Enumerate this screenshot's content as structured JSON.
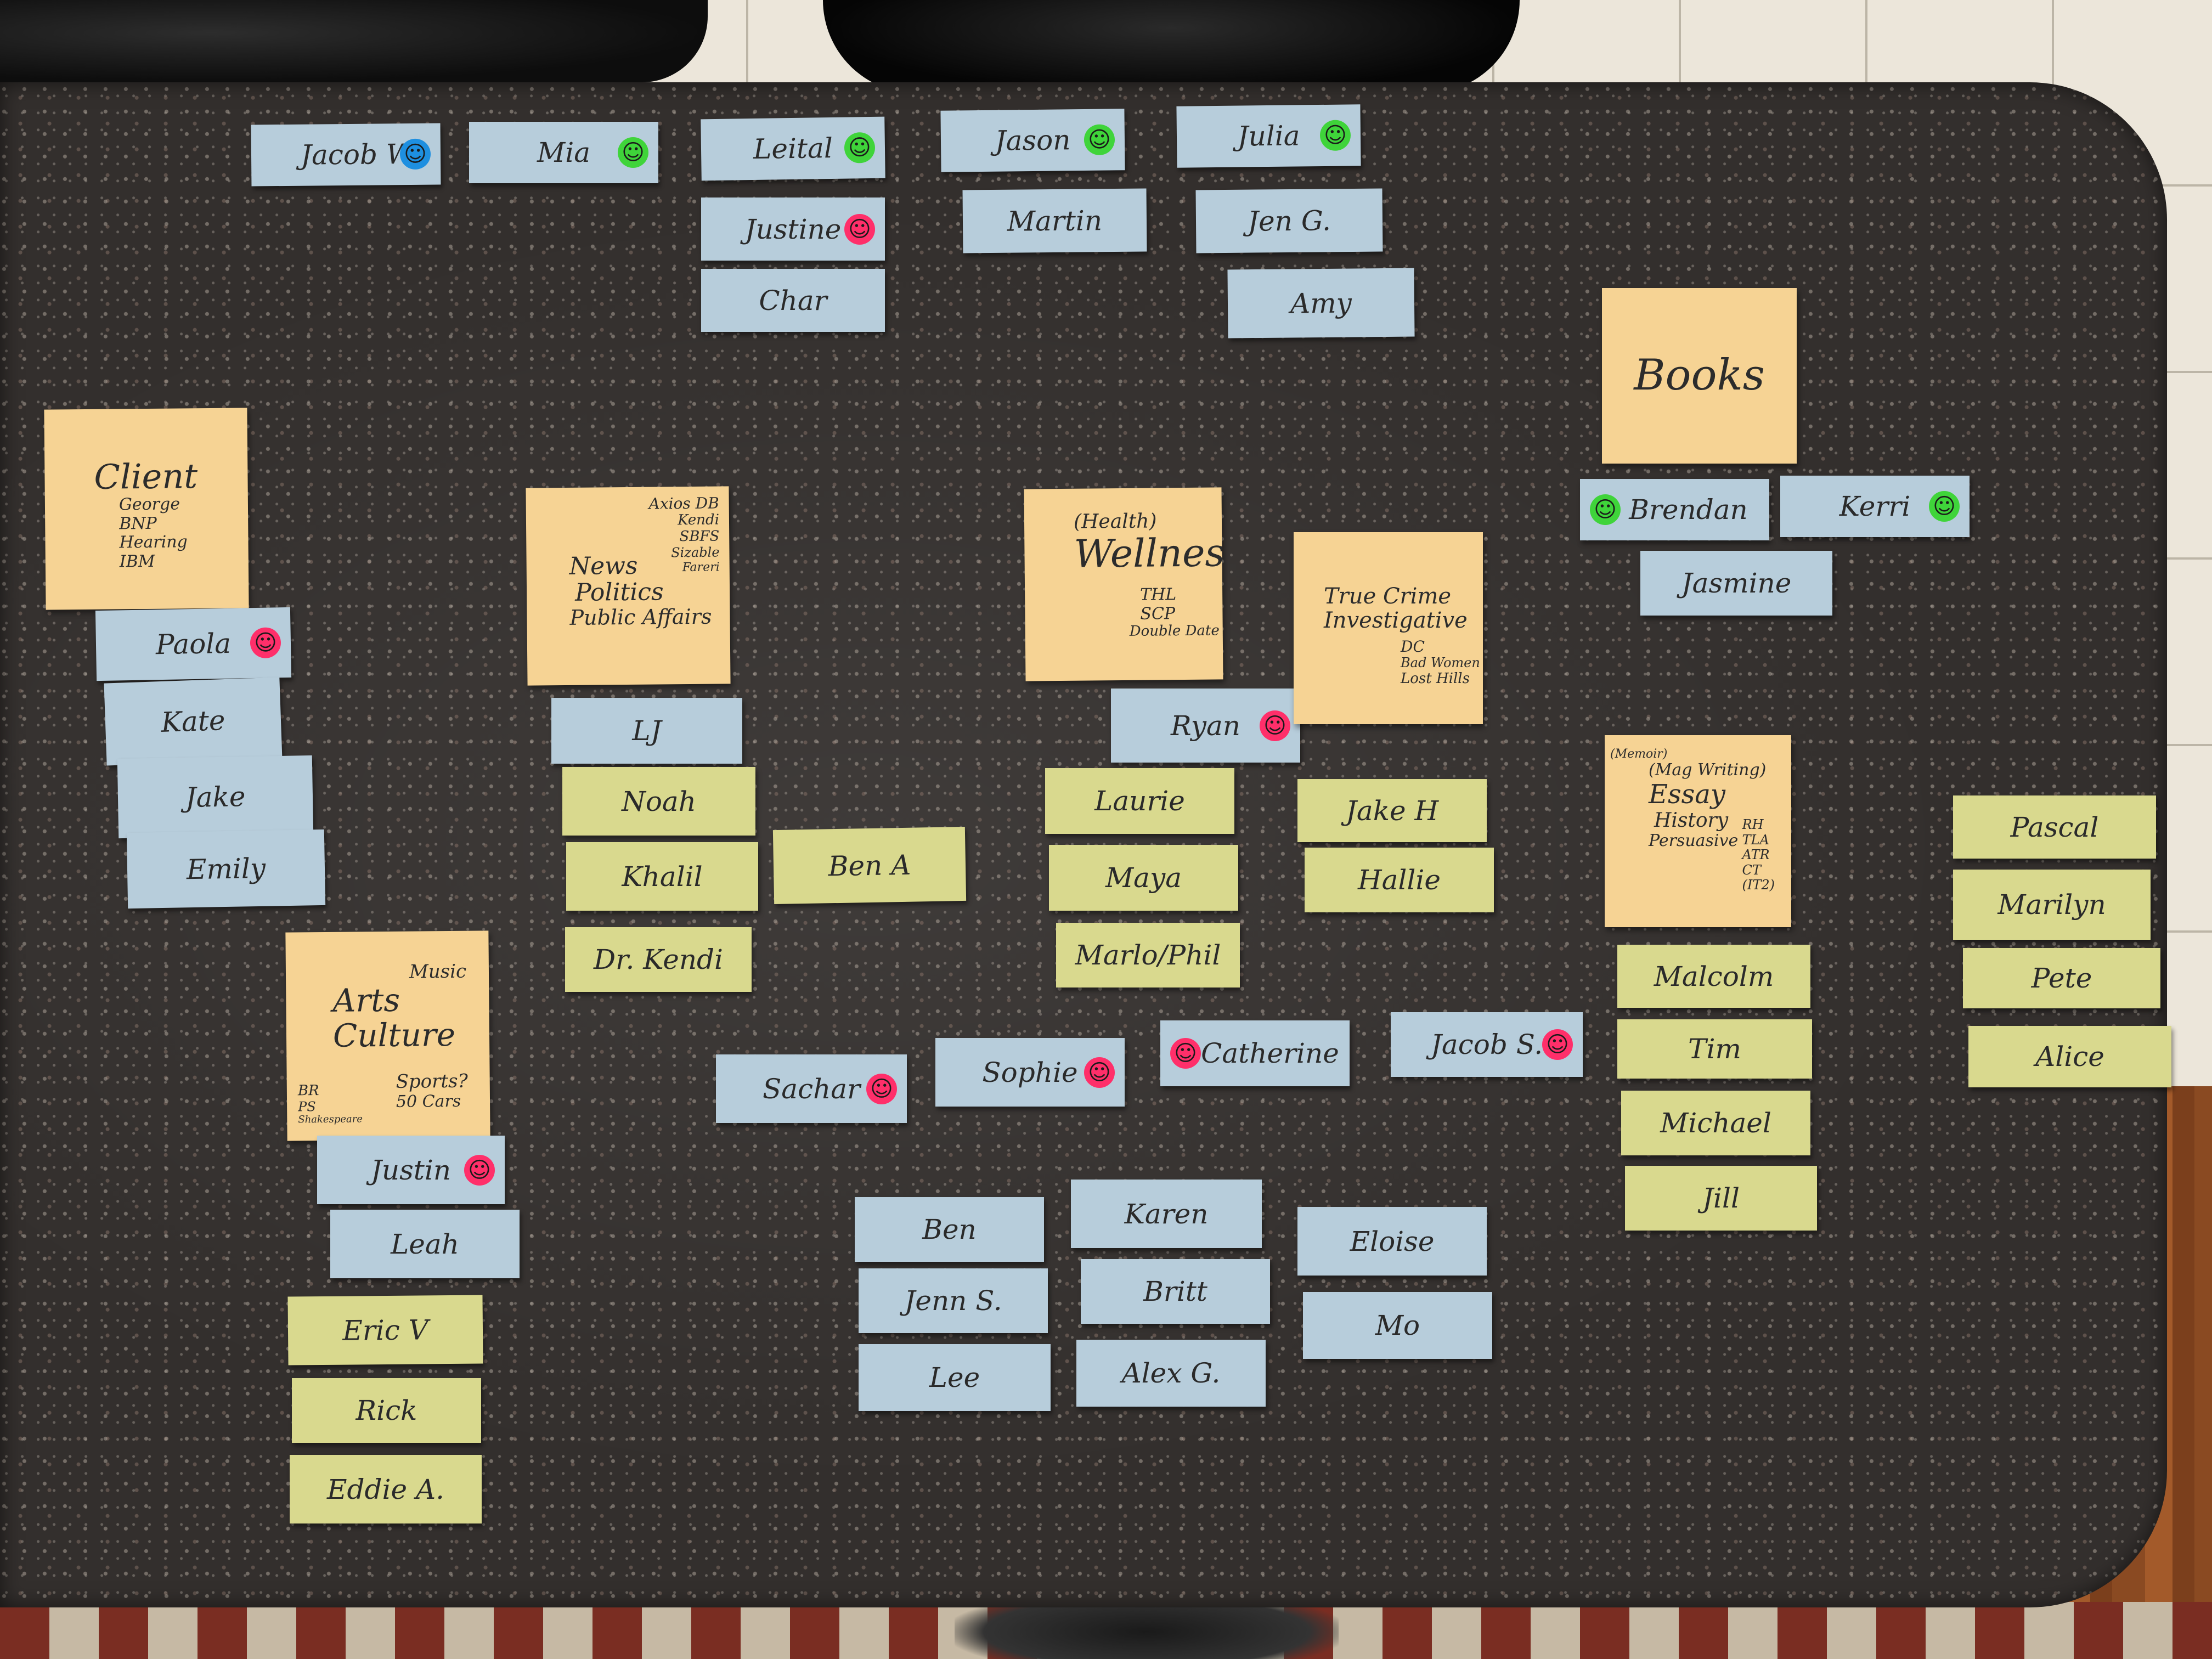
{
  "scene": {
    "colors": {
      "table": "#332f2d",
      "blue_note": "#b7cddb",
      "yellow_note": "#d9d98e",
      "header_note": "#f6d394",
      "sticker_green": "#3fd43a",
      "sticker_pink": "#ff2f6a",
      "sticker_blue": "#1e8fe0"
    }
  },
  "headers": {
    "client": {
      "title": "Client",
      "lines": [
        "George",
        "BNP",
        "Hearing",
        "IBM"
      ]
    },
    "news": {
      "side": [
        "Axios DB",
        "Kendi",
        "SBFS",
        "Sizable",
        "Fareri"
      ],
      "lines": [
        "News",
        "Politics",
        "Public Affairs"
      ]
    },
    "wellness": {
      "pre": "(Health)",
      "title": "Wellness",
      "lines": [
        "THL",
        "SCP",
        "Double Date"
      ]
    },
    "truecrime": {
      "lines": [
        "True Crime",
        "Investigative"
      ],
      "small": [
        "DC",
        "Bad Women",
        "Lost Hills"
      ]
    },
    "books": {
      "title": "Books"
    },
    "arts": {
      "pre": "Music",
      "lines": [
        "Arts",
        "Culture"
      ],
      "side": [
        "Sports?",
        "50 Cars"
      ],
      "small": [
        "BR",
        "PS",
        "Shakespeare"
      ]
    },
    "essay": {
      "pre": "(Memoir)",
      "lines": [
        "(Mag Writing)",
        "Essay",
        "History",
        "Persuasive"
      ],
      "side": [
        "RH",
        "TLA",
        "ATR",
        "CT",
        "(IT2)"
      ]
    }
  },
  "notes": {
    "jacob_w": "Jacob W",
    "mia": "Mia",
    "leital": "Leital",
    "jason": "Jason",
    "julia": "Julia",
    "justine": "Justine",
    "martin": "Martin",
    "jen_g": "Jen G.",
    "char": "Char",
    "amy": "Amy",
    "brendan": "Brendan",
    "kerri": "Kerri",
    "jasmine": "Jasmine",
    "paola": "Paola",
    "kate": "Kate",
    "jake": "Jake",
    "emily": "Emily",
    "lj": "LJ",
    "noah": "Noah",
    "khalil": "Khalil",
    "dr_kendi": "Dr. Kendi",
    "ben_a": "Ben A",
    "ryan": "Ryan",
    "laurie": "Laurie",
    "maya": "Maya",
    "marlo_phil": "Marlo/Phil",
    "jake_h": "Jake H",
    "hallie": "Hallie",
    "malcolm": "Malcolm",
    "tim": "Tim",
    "michael": "Michael",
    "jill": "Jill",
    "pascal": "Pascal",
    "marilyn": "Marilyn",
    "pete": "Pete",
    "alice": "Alice",
    "justin": "Justin",
    "leah": "Leah",
    "eric_v": "Eric V",
    "rick": "Rick",
    "eddie_a": "Eddie A.",
    "sachar": "Sachar",
    "sophie": "Sophie",
    "catherine": "Catherine",
    "jacob_s": "Jacob S.",
    "ben": "Ben",
    "jenn_s": "Jenn S.",
    "lee": "Lee",
    "karen": "Karen",
    "britt": "Britt",
    "alex_g": "Alex G.",
    "eloise": "Eloise",
    "mo": "Mo"
  },
  "sticker_icon": "smiley-face-icon",
  "sticker_glyph": "☺"
}
